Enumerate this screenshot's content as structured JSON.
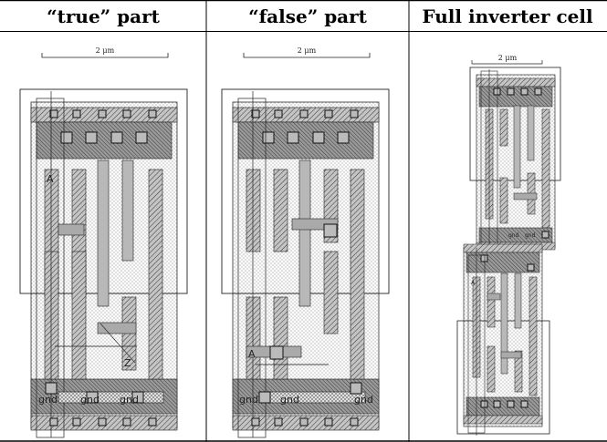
{
  "table": {
    "headers": [
      "“true” part",
      "“false” part",
      "Full inverter cell"
    ]
  },
  "scale_label": "2 μm",
  "pins": {
    "a": "A",
    "z": "Z",
    "gnd": "gnd"
  }
}
